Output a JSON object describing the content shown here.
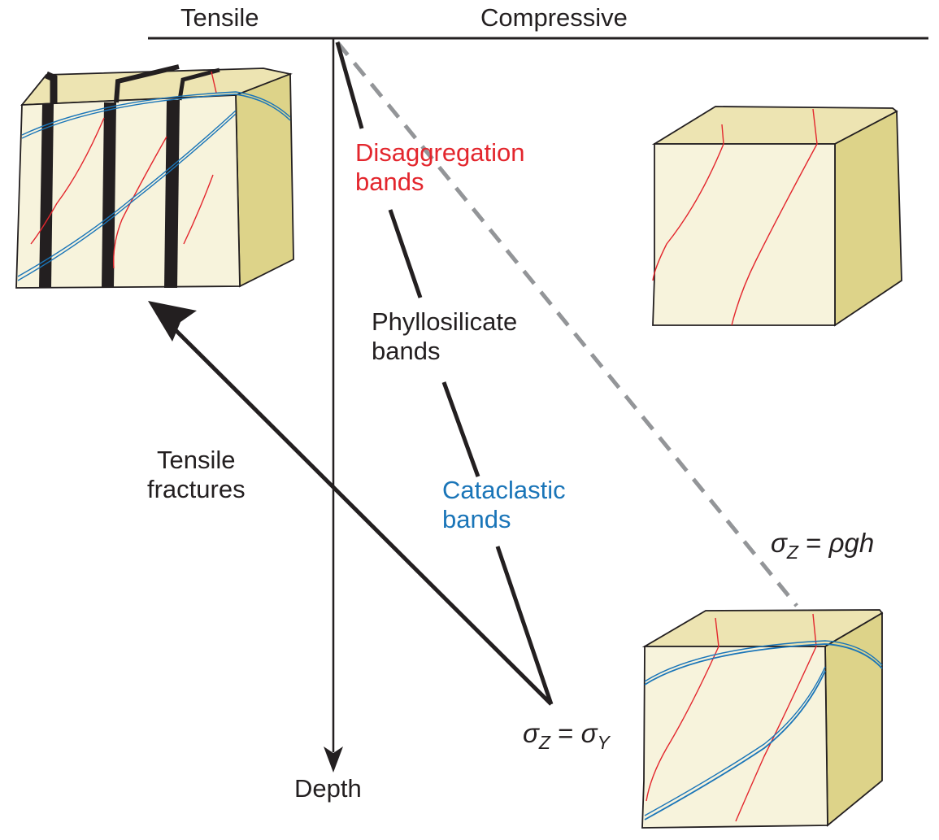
{
  "header": {
    "tensile_label": "Tensile",
    "compressive_label": "Compressive"
  },
  "axis": {
    "depth_label": "Depth"
  },
  "bands": {
    "disaggregation": [
      "Disaggregation",
      "bands"
    ],
    "phyllosilicate": [
      "Phyllosilicate",
      "bands"
    ],
    "cataclastic": [
      "Cataclastic",
      "bands"
    ],
    "tensile_fractures": [
      "Tensile",
      "fractures"
    ]
  },
  "equations": {
    "lithostatic": {
      "lhs": "σ",
      "lhs_sub": "Z",
      "rhs": "ρgh"
    },
    "yield": {
      "lhs": "σ",
      "lhs_sub": "Z",
      "rhs": "σ",
      "rhs_sub": "Y"
    }
  },
  "colors": {
    "ink": "#231f20",
    "disaggregation": "#e3262d",
    "cataclastic": "#1a75b8",
    "lithostat_dash": "#939598",
    "block_face": "#f7f3dc",
    "block_top": "#ede4b2",
    "block_side": "#ddd389"
  }
}
